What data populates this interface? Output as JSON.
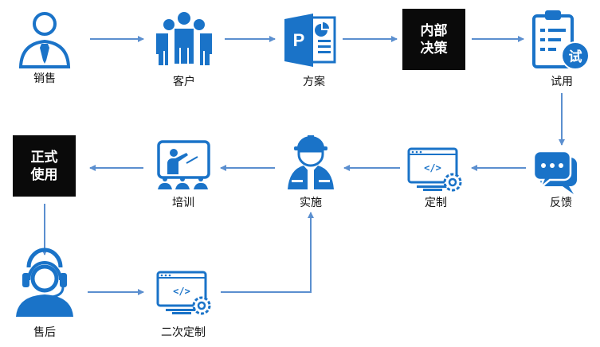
{
  "colors": {
    "icon": "#1a73c8",
    "arrow": "#5b8fcf",
    "box": "#0a0a0a",
    "boxText": "#ffffff"
  },
  "steps": {
    "sales": {
      "icon": "salesperson-icon",
      "label": "销售"
    },
    "customer": {
      "icon": "customer-group-icon",
      "label": "客户"
    },
    "plan": {
      "icon": "powerpoint-icon",
      "label": "方案"
    },
    "decision": {
      "line1": "内部",
      "line2": "决策"
    },
    "trial": {
      "icon": "clipboard-trial-icon",
      "label": "试用",
      "badge": "试"
    },
    "feedback": {
      "icon": "chat-bubbles-icon",
      "label": "反馈"
    },
    "customize": {
      "icon": "code-monitor-gear-icon",
      "label": "定制",
      "code": "</>"
    },
    "implement": {
      "icon": "engineer-helmet-icon",
      "label": "实施"
    },
    "training": {
      "icon": "presentation-training-icon",
      "label": "培训"
    },
    "formal": {
      "line1": "正式",
      "line2": "使用"
    },
    "aftersales": {
      "icon": "headset-support-icon",
      "label": "售后"
    },
    "recustomize": {
      "icon": "code-monitor-gear-icon",
      "label": "二次定制",
      "code": "</>"
    }
  }
}
